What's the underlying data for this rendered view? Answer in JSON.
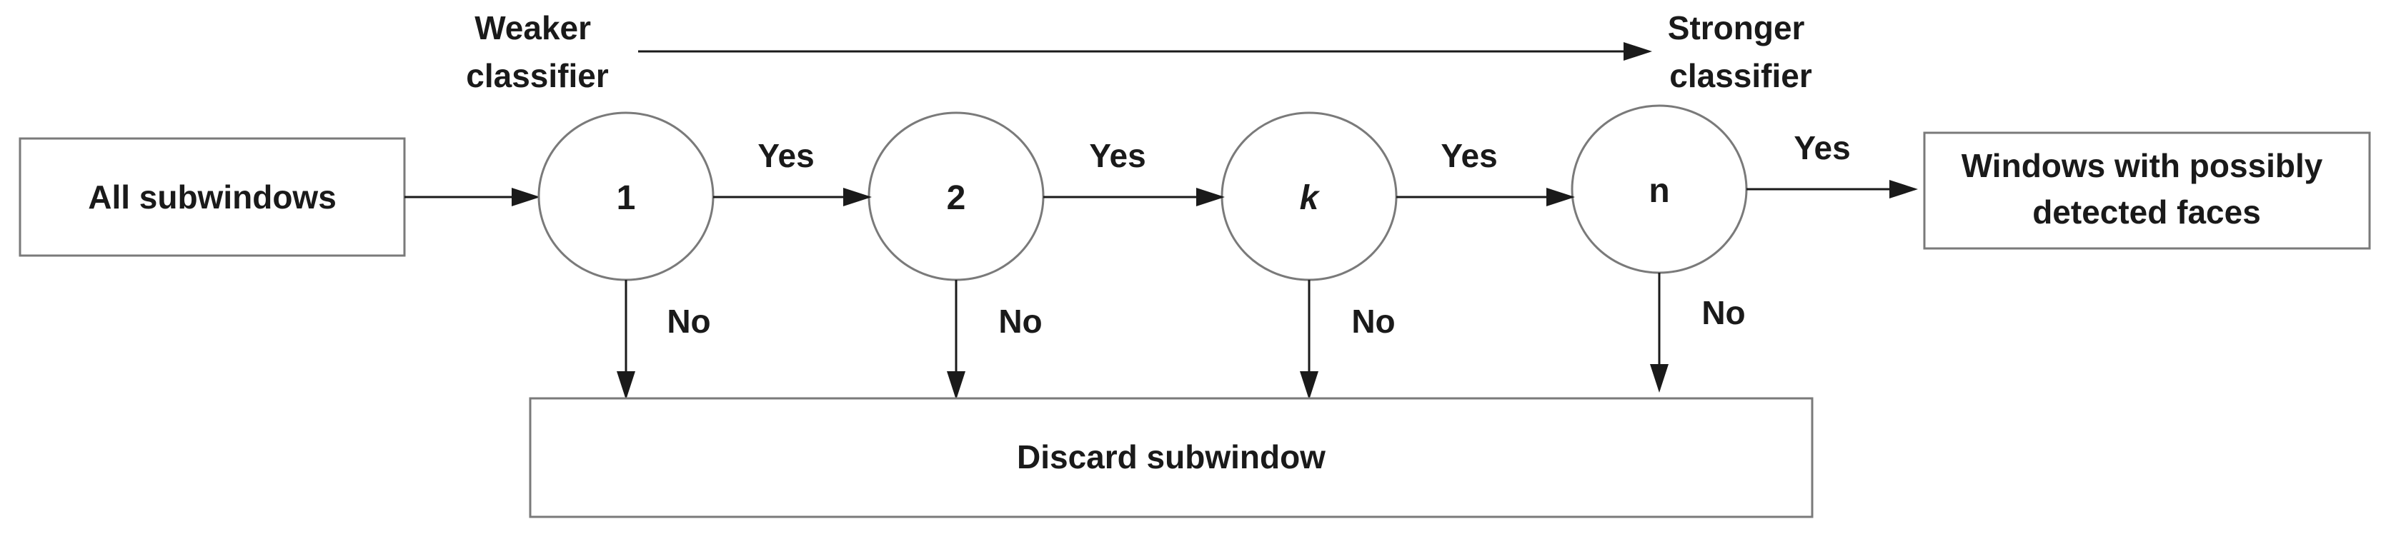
{
  "header": {
    "weaker": [
      "Weaker",
      "classifier"
    ],
    "stronger": [
      "Stronger",
      "classifier"
    ]
  },
  "nodes": {
    "input": "All subwindows",
    "output": [
      "Windows with possibly",
      "detected faces"
    ],
    "discard": "Discard subwindow"
  },
  "stages": [
    {
      "label": "1",
      "italic": false
    },
    {
      "label": "2",
      "italic": false
    },
    {
      "label": "k",
      "italic": true
    },
    {
      "label": "n",
      "italic": false
    }
  ],
  "edges": {
    "yes": "Yes",
    "no": "No"
  },
  "colors": {
    "line": "#1a1a1a",
    "box_stroke": "#7a7a7a"
  }
}
